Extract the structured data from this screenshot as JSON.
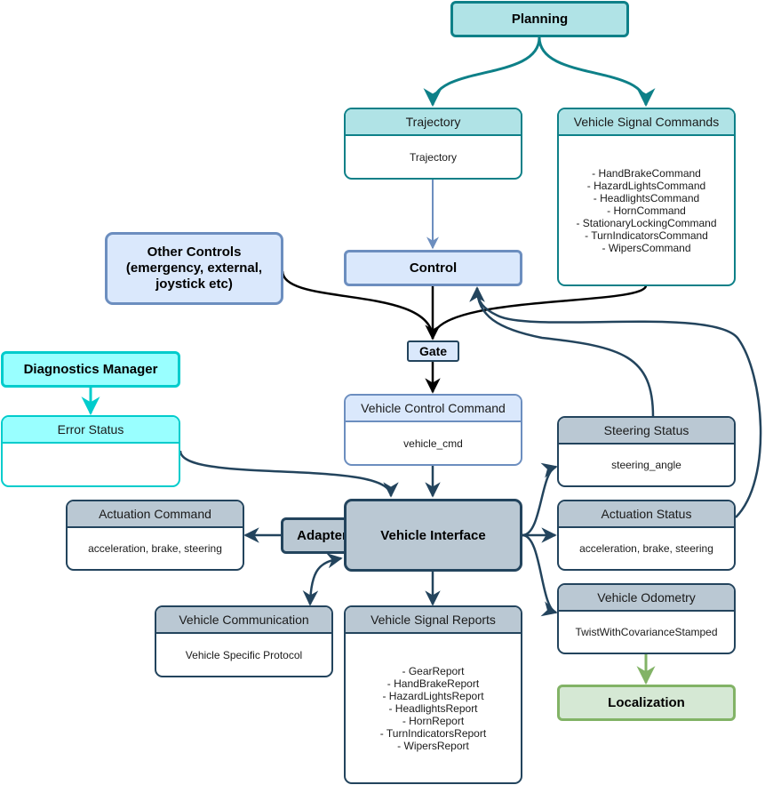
{
  "colors": {
    "teal": "#0e8088",
    "teal_fill": "#b0e3e6",
    "blue": "#6c8ebf",
    "blue_fill": "#dae8fc",
    "slate": "#23445d",
    "slate_fill": "#bac8d3",
    "cyan": "#00cccc",
    "cyan_fill": "#99ffff",
    "green": "#82b366",
    "green_fill": "#d5e8d4",
    "black": "#000000"
  },
  "nodes": {
    "planning": "Planning",
    "other_controls": [
      "Other Controls",
      "(emergency, external,",
      "joystick etc)"
    ],
    "control": "Control",
    "gate": "Gate",
    "diagnostics_manager": "Diagnostics Manager",
    "adapter": "Adapter",
    "vehicle_interface": "Vehicle Interface",
    "localization": "Localization"
  },
  "cards": {
    "trajectory": {
      "title": "Trajectory",
      "lines": [
        "Trajectory"
      ]
    },
    "vehicle_signal_commands": {
      "title": "Vehicle Signal Commands",
      "lines": [
        "- HandBrakeCommand",
        "- HazardLightsCommand",
        "- HeadlightsCommand",
        "- HornCommand",
        "- StationaryLockingCommand",
        "- TurnIndicatorsCommand",
        "- WipersCommand"
      ]
    },
    "error_status": {
      "title": "Error Status",
      "lines": []
    },
    "vehicle_control_command": {
      "title": "Vehicle Control Command",
      "lines": [
        "vehicle_cmd"
      ]
    },
    "steering_status": {
      "title": "Steering Status",
      "lines": [
        "steering_angle"
      ]
    },
    "actuation_command": {
      "title": "Actuation Command",
      "lines": [
        "acceleration, brake, steering"
      ]
    },
    "actuation_status": {
      "title": "Actuation Status",
      "lines": [
        "acceleration, brake, steering"
      ]
    },
    "vehicle_odometry": {
      "title": "Vehicle Odometry",
      "lines": [
        "TwistWithCovarianceStamped"
      ]
    },
    "vehicle_communication": {
      "title": "Vehicle Communication",
      "lines": [
        "Vehicle Specific Protocol"
      ]
    },
    "vehicle_signal_reports": {
      "title": "Vehicle Signal Reports",
      "lines": [
        "- GearReport",
        "- HandBrakeReport",
        "- HazardLightsReport",
        "- HeadlightsReport",
        "- HornReport",
        "- TurnIndicatorsReport",
        "- WipersReport"
      ]
    }
  }
}
